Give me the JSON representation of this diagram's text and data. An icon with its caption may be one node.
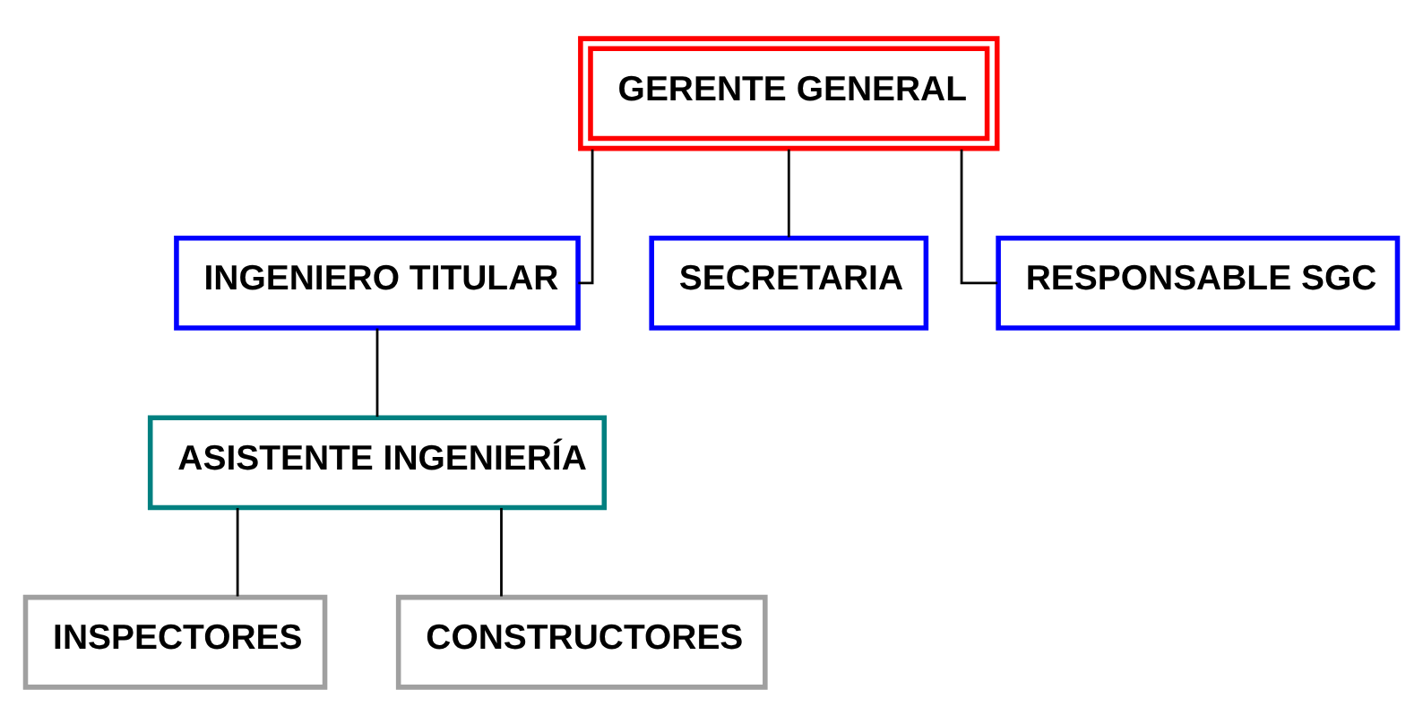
{
  "diagram": {
    "nodes": [
      {
        "text": [
          "GERENTE GENERAL"
        ]
      },
      {
        "text": [
          "INGENIERO TITULAR"
        ]
      },
      {
        "text": [
          "SECRETARIA"
        ]
      },
      {
        "text": [
          "RESPONSABLE SGC"
        ]
      },
      {
        "text": [
          "ASISTENTE INGENIERÍA"
        ]
      },
      {
        "text": [
          "INSPECTORES"
        ]
      },
      {
        "text": [
          "CONSTRUCTORES"
        ]
      }
    ],
    "edges": [
      {
        "from": 0,
        "to": 1,
        "arrow": "none"
      },
      {
        "from": 0,
        "to": 2,
        "arrow": "none"
      },
      {
        "from": 0,
        "to": 3,
        "arrow": "none"
      },
      {
        "from": 1,
        "to": 4,
        "arrow": "none"
      },
      {
        "from": 4,
        "to": 5,
        "arrow": "none"
      },
      {
        "from": 4,
        "to": 6,
        "arrow": "none"
      }
    ]
  }
}
